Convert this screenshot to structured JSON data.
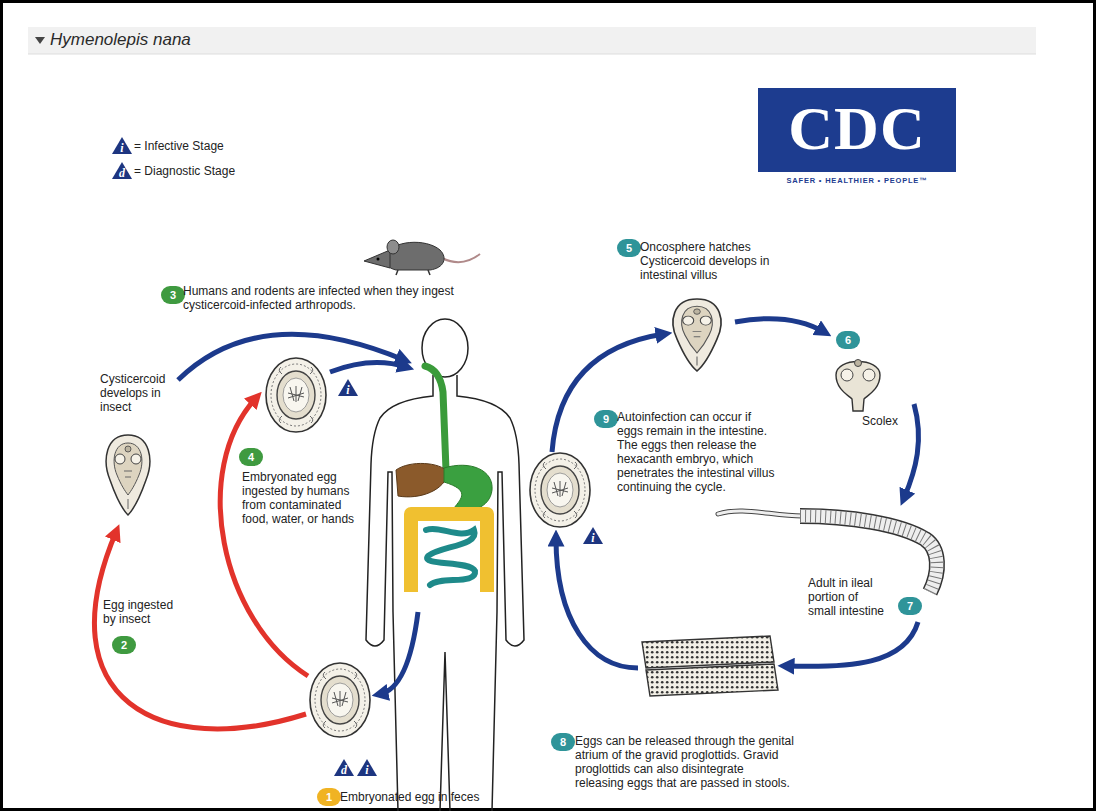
{
  "diagram": {
    "title": "Hymenolepis nana",
    "nodes": [
      {
        "text": [
          "1",
          "Embryonated egg in feces"
        ]
      },
      {
        "text": [
          "2",
          "Egg ingested by insect"
        ]
      },
      {
        "text": [
          "3",
          "Humans and rodents are infected when they ingest cysticercoid-infected arthropods."
        ]
      },
      {
        "text": [
          "4",
          "Embryonated egg ingested by humans from contaminated food, water, or hands"
        ]
      },
      {
        "text": [
          "5",
          "Oncosphere hatches Cysticercoid develops in intestinal villus"
        ]
      },
      {
        "text": [
          "6"
        ]
      },
      {
        "text": [
          "7",
          "Adult in ileal portion of small intestine"
        ]
      },
      {
        "text": [
          "8",
          "Eggs can be released through the genital atrium of the gravid proglottids. Gravid proglottids can also disintegrate releasing eggs that are passed in stools."
        ]
      },
      {
        "text": [
          "9",
          "Autoinfection can occur if eggs remain in the intestine. The eggs then release the hexacanth embryo, which penetrates the intestinal villus continuing the cycle."
        ]
      }
    ],
    "labels": [
      "CDC",
      "SAFER • HEALTHIER • PEOPLE™",
      "i",
      "d",
      "Cysticercoid develops in insect",
      "i",
      "i",
      "Scolex",
      "d",
      "i"
    ],
    "legend": [
      {
        "text": "= Infective Stage"
      },
      {
        "text": "= Diagnostic Stage"
      }
    ]
  }
}
